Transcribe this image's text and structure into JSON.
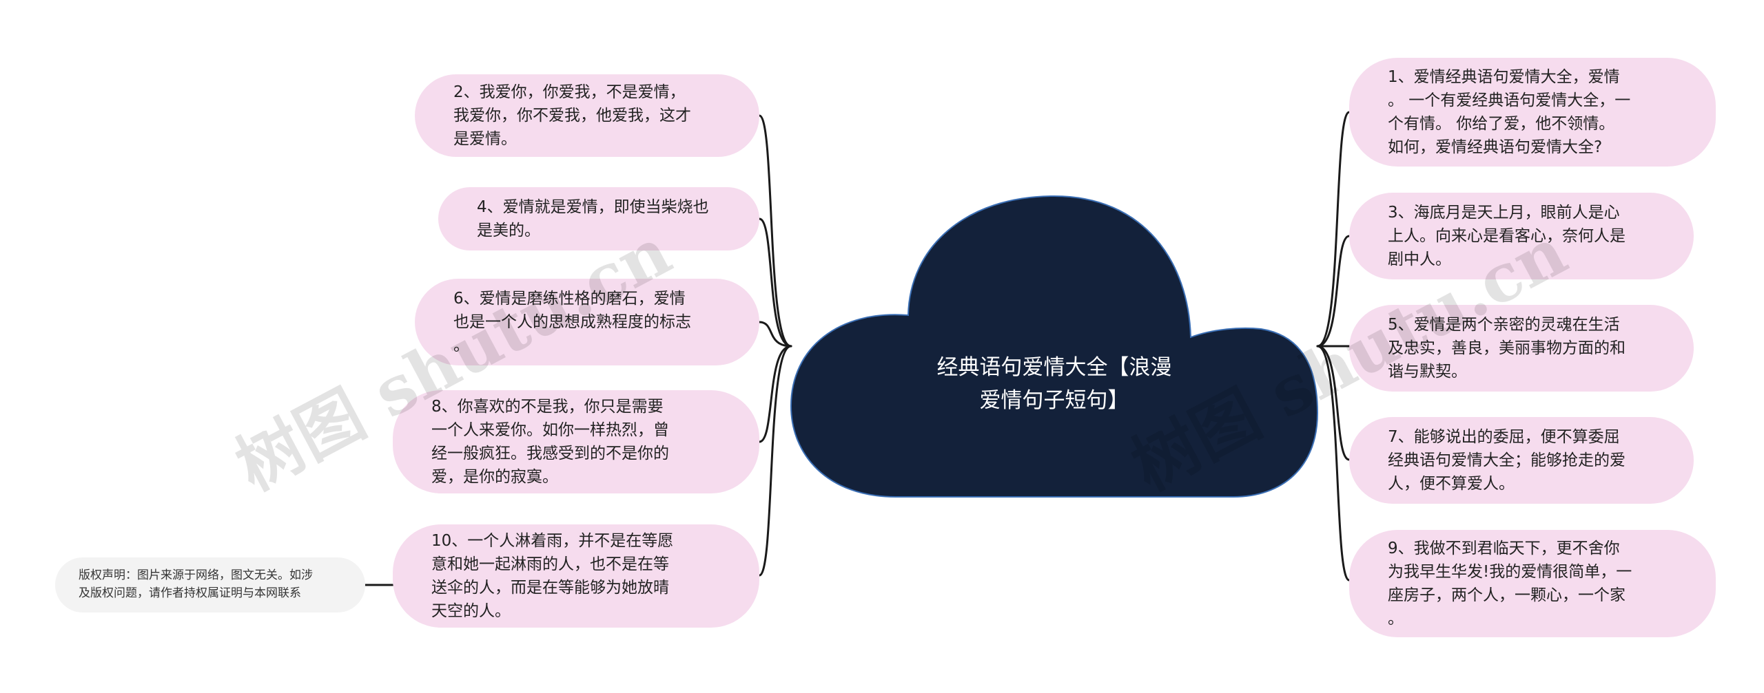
{
  "center": {
    "title": "经典语句爱情大全【浪漫\n爱情句子短句】"
  },
  "left_nodes": [
    {
      "text": "2、我爱你，你爱我，不是爱情，\n我爱你，你不爱我，他爱我，这才\n是爱情。"
    },
    {
      "text": "4、爱情就是爱情，即使当柴烧也\n是美的。"
    },
    {
      "text": "6、爱情是磨练性格的磨石，爱情\n也是一个人的思想成熟程度的标志\n。"
    },
    {
      "text": "8、你喜欢的不是我，你只是需要\n一个人来爱你。如你一样热烈，曾\n经一般疯狂。我感受到的不是你的\n爱，是你的寂寞。"
    },
    {
      "text": "10、一个人淋着雨，并不是在等愿\n意和她一起淋雨的人，也不是在等\n送伞的人，而是在等能够为她放晴\n天空的人。"
    }
  ],
  "right_nodes": [
    {
      "text": "1、爱情经典语句爱情大全，爱情\n。 一个有爱经典语句爱情大全，一\n个有情。 你给了爱，他不领情。\n如何，爱情经典语句爱情大全?"
    },
    {
      "text": "3、海底月是天上月，眼前人是心\n上人。向来心是看客心，奈何人是\n剧中人。"
    },
    {
      "text": "5、爱情是两个亲密的灵魂在生活\n及忠实，善良，美丽事物方面的和\n谐与默契。"
    },
    {
      "text": "7、能够说出的委屈，便不算委屈\n经典语句爱情大全；能够抢走的爱\n人，便不算爱人。"
    },
    {
      "text": "9、我做不到君临天下，更不舍你\n为我早生华发!我的爱情很简单，一\n座房子，两个人，一颗心，一个家\n。"
    }
  ],
  "copyright": {
    "text": "版权声明：图片来源于网络，图文无关。如涉\n及版权问题，请作者持权属证明与本网联系"
  },
  "watermarks": [
    "树图 shutu.cn",
    "树图 shutu.cn"
  ],
  "colors": {
    "cloud": "#13213a",
    "node_bg": "#f6dcee",
    "connector": "#1a1a1a"
  }
}
